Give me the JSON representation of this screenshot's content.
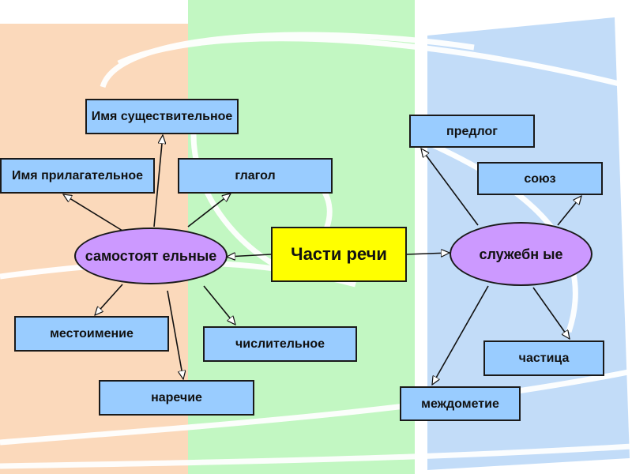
{
  "title": "Части речи",
  "groups": {
    "independent": "самостоят ельные",
    "auxiliary": "служебн ые"
  },
  "independent_items": {
    "noun": "Имя существительное",
    "adjective": "Имя прилагательное",
    "verb": "глагол",
    "pronoun": "местоимение",
    "numeral": "числительное",
    "adverb": "наречие"
  },
  "auxiliary_items": {
    "preposition": "предлог",
    "conjunction": "союз",
    "particle": "частица",
    "interjection": "междометие"
  },
  "colors": {
    "box": "#99ccff",
    "center": "#ffff00",
    "ellipse": "#cc99ff",
    "peach": "#fbd9bb",
    "green": "#c2f7c2",
    "blue": "#c2dcf8"
  }
}
